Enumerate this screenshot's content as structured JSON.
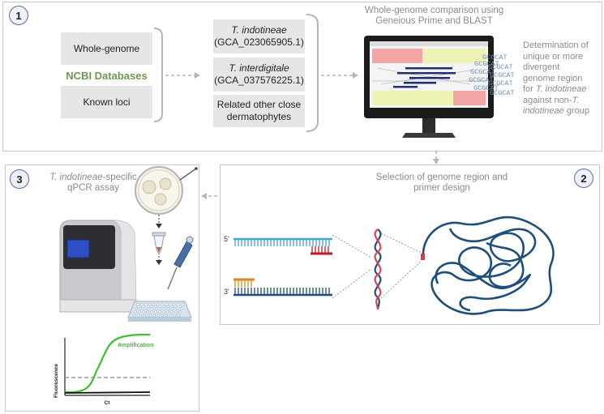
{
  "panel1": {
    "number": "1",
    "source_boxes": [
      "Whole-genome",
      "Known loci"
    ],
    "database_label": "NCBI Databases",
    "genomes": [
      {
        "name": "T. indotineae",
        "accession": "(GCA_023065905.1)"
      },
      {
        "name": "T. interdigitale",
        "accession": "(GCA_037576225.1)"
      },
      {
        "name": "",
        "accession": "Related other close dermatophytes"
      }
    ],
    "comparison_title": "Whole-genome comparison using Geneious Prime and BLAST",
    "determination_text": {
      "line1": "Determination of",
      "line2": "unique or more",
      "line3": "divergent",
      "line4": "genome region",
      "line5_prefix": "for ",
      "line5_italic": "T. indotineae",
      "line6_prefix": "against non-",
      "line6_italic": "T.",
      "line7_italic": "indotineae",
      "line7_suffix": " group"
    },
    "sequence_text": "GCGCAT"
  },
  "panel2": {
    "number": "2",
    "title": "Selection of genome region and primer design",
    "strand_5": "5'",
    "strand_3": "3'"
  },
  "panel3": {
    "number": "3",
    "title_italic": "T. indotineae",
    "title_suffix": "-specific",
    "title_line2": "qPCR assay",
    "plot": {
      "ylabel": "Fluorescence",
      "xlabel": "Ct",
      "series_label": "Amplification"
    }
  },
  "colors": {
    "panel_border": "#c9c9c9",
    "badge_border": "#5b6aa0",
    "ncbi_green": "#6a9a52",
    "curve_green": "#3fbf2a",
    "dna_blue": "#1e4e7a",
    "strand_light": "#3ba7d8",
    "primer_red": "#c0182a",
    "primer_orange": "#d88b1a"
  }
}
